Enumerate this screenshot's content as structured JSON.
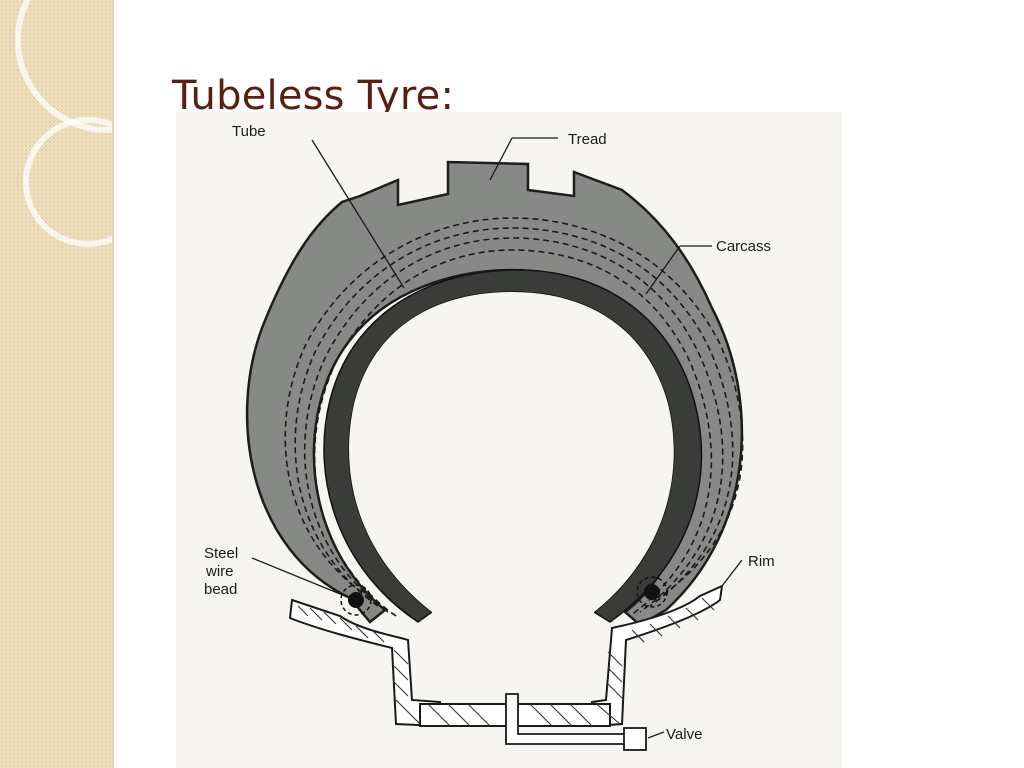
{
  "slide": {
    "title": "Tubeless Tyre:"
  },
  "diagram": {
    "labels": {
      "tube": "Tube",
      "tread": "Tread",
      "carcass": "Carcass",
      "bead_line1": "Steel",
      "bead_line2": "wire",
      "bead_line3": "bead",
      "rim": "Rim",
      "valve": "Valve"
    },
    "colors": {
      "title": "#5a1f10",
      "band": "#efe0bd",
      "tyre_body": "#878986",
      "tube": "#3a3c3a"
    }
  }
}
